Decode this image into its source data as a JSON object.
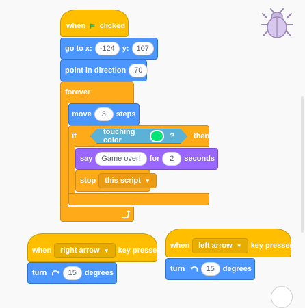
{
  "script_main": {
    "hat": {
      "when": "when",
      "clicked": "clicked"
    },
    "goto": {
      "label": "go to x:",
      "x": "-124",
      "y_label": "y:",
      "y": "107"
    },
    "direction": {
      "label": "point in direction",
      "value": "70"
    },
    "forever": {
      "label": "forever"
    },
    "move": {
      "label": "move",
      "value": "3",
      "unit": "steps"
    },
    "if_block": {
      "if": "if",
      "then": "then"
    },
    "touching": {
      "label": "touching color",
      "q": "?",
      "color": "#00e676"
    },
    "say": {
      "label": "say",
      "message": "Game over!",
      "for": "for",
      "seconds": "2",
      "unit": "seconds"
    },
    "stop": {
      "label": "stop",
      "option": "this script"
    }
  },
  "script_right_key": {
    "when": "when",
    "key": "right arrow",
    "pressed": "key pressed",
    "turn": "turn",
    "degrees_value": "15",
    "degrees": "degrees"
  },
  "script_left_key": {
    "when": "when",
    "key": "left arrow",
    "pressed": "key pressed",
    "turn": "turn",
    "degrees_value": "15",
    "degrees": "degrees"
  },
  "colors": {
    "events": "#ffbf00",
    "control": "#ffab19",
    "motion": "#4c97ff",
    "looks": "#9966ff",
    "sensing": "#5cb1d6"
  },
  "icons": [
    "green-flag-icon",
    "loop-arrow-icon",
    "turn-right-icon",
    "turn-left-icon",
    "beetle-sprite-icon"
  ]
}
